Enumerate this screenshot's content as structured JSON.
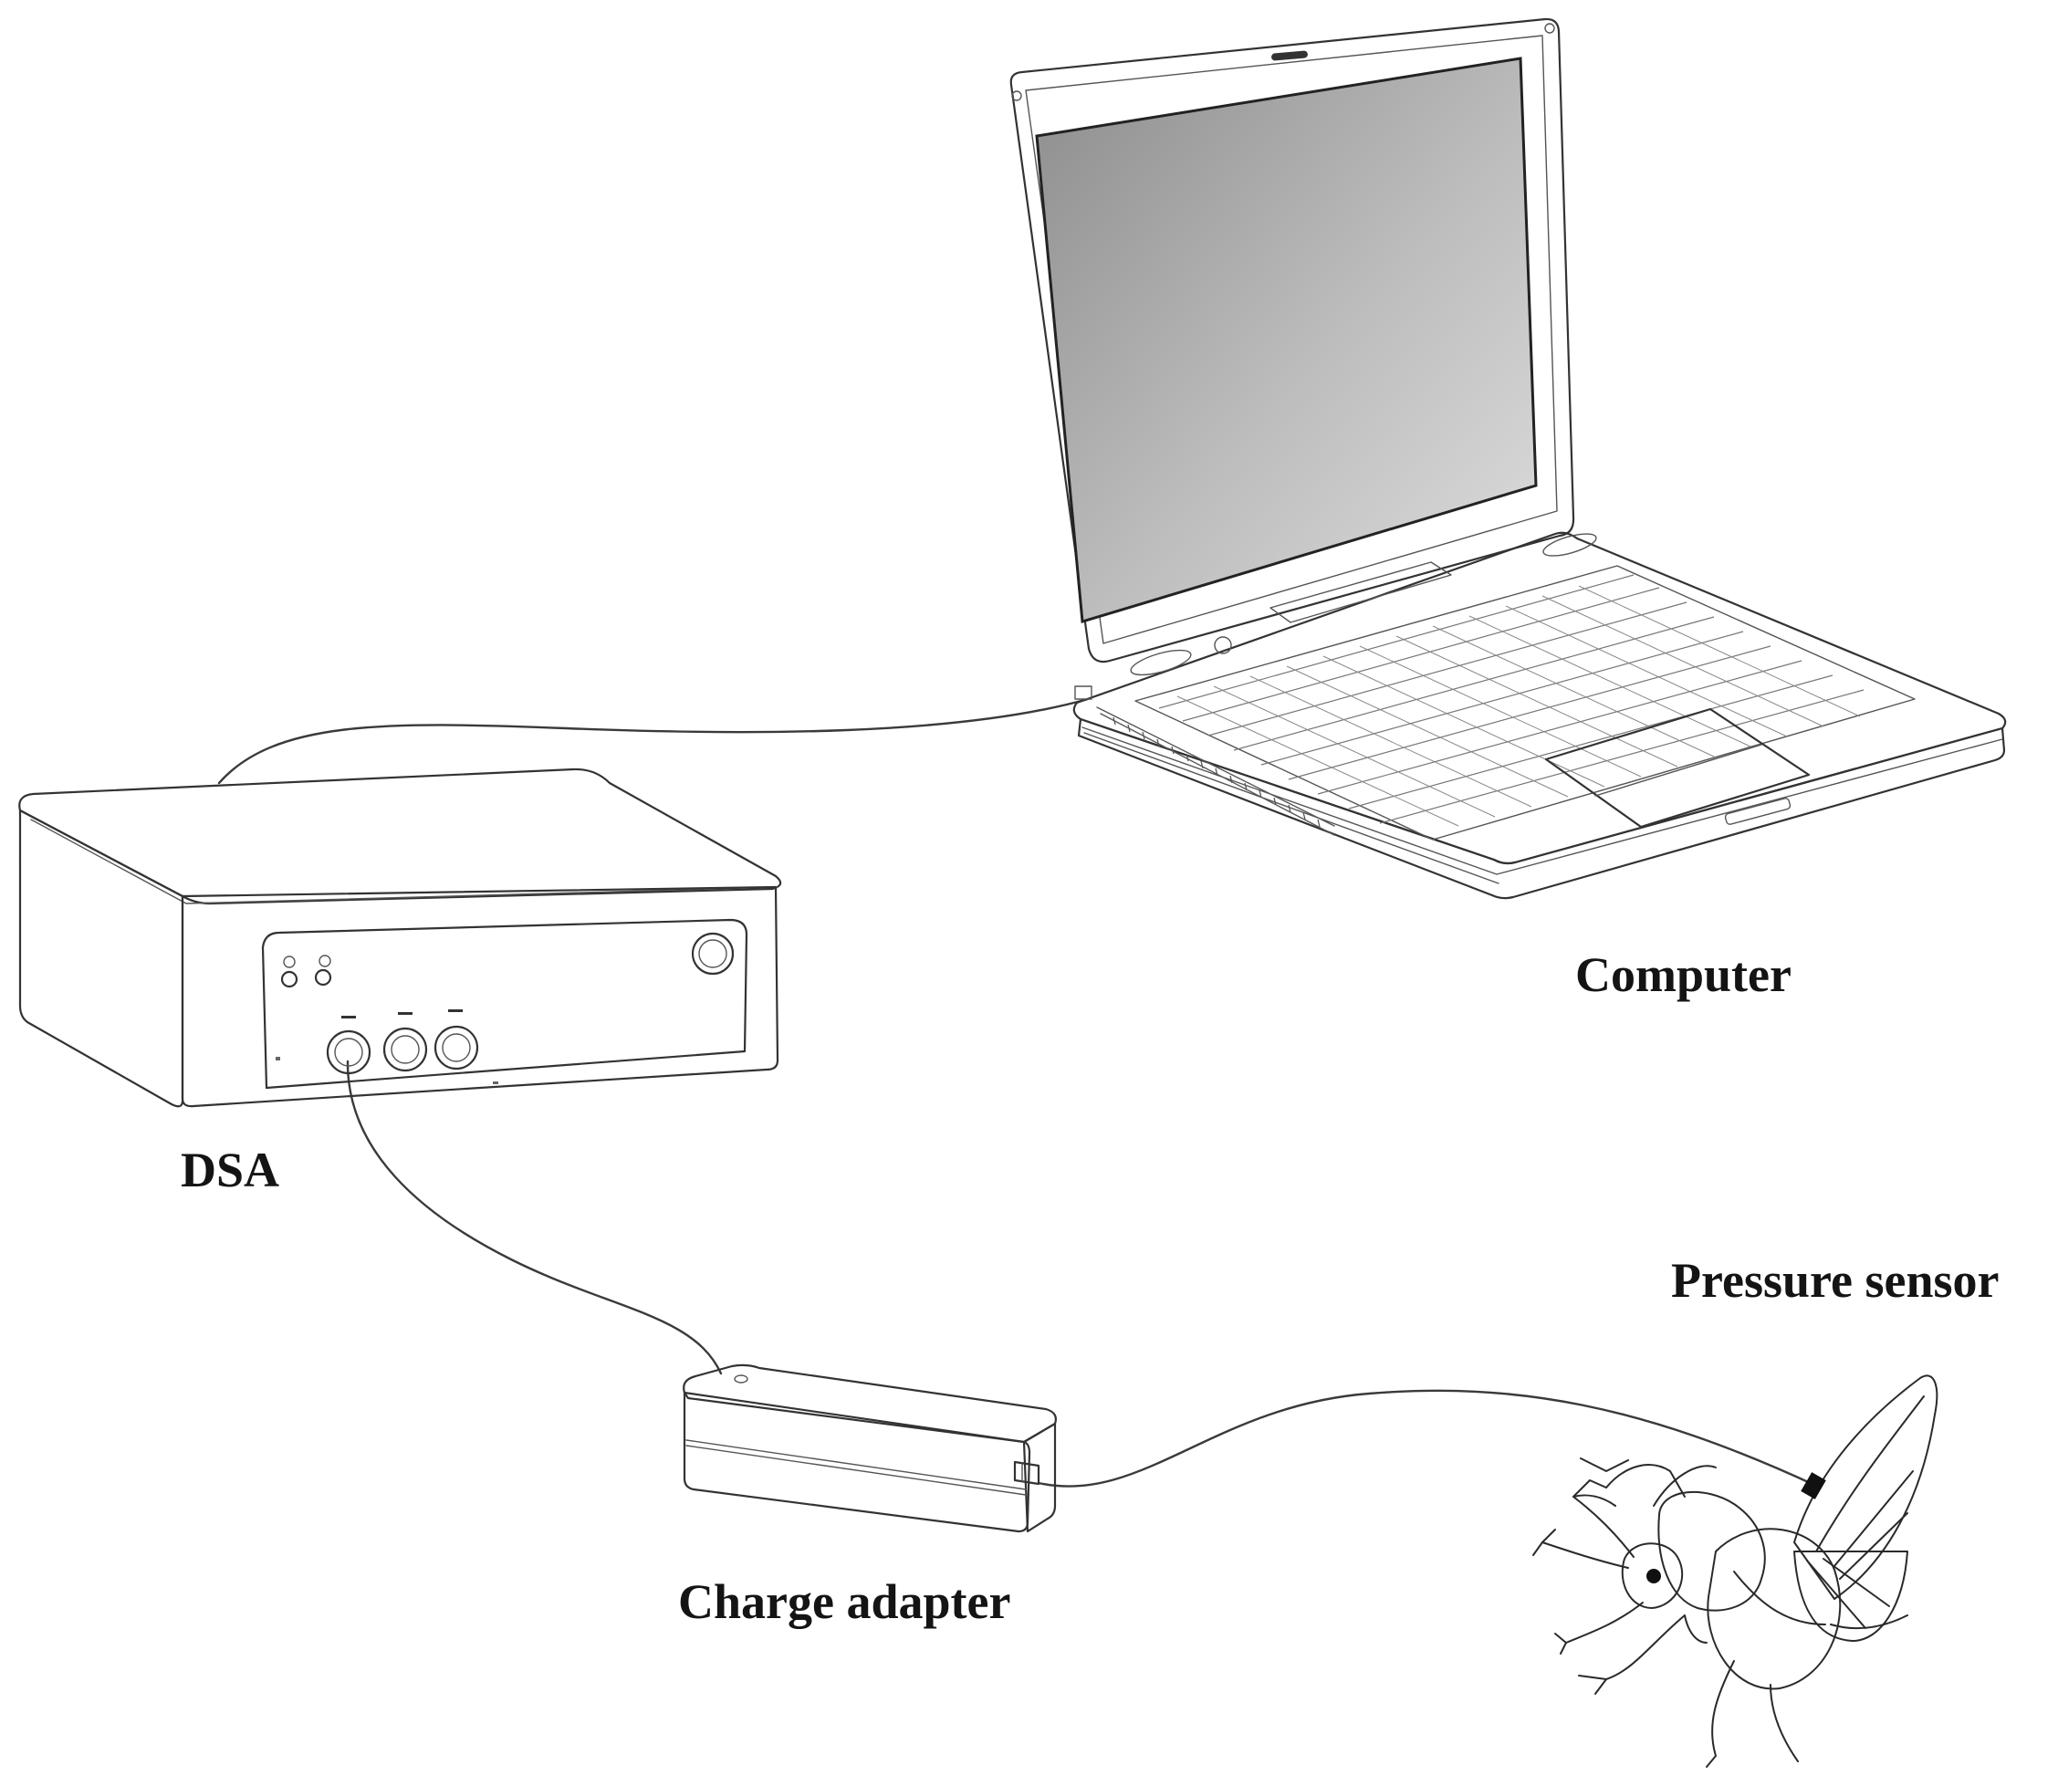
{
  "labels": {
    "computer": "Computer",
    "dsa": "DSA",
    "pressure_sensor": "Pressure sensor",
    "charge_adapter": "Charge adapter"
  },
  "colors": {
    "background": "#ffffff",
    "line": "#333333",
    "screen_dark": "#8f8f8f",
    "screen_light": "#d6d6d6",
    "sensor": "#111111"
  },
  "icons": {
    "computer": "laptop-icon",
    "dsa": "signal-analyzer-box-icon",
    "charge_adapter": "power-brick-icon",
    "pressure_sensor": "beetle-with-sensor-illustration"
  }
}
